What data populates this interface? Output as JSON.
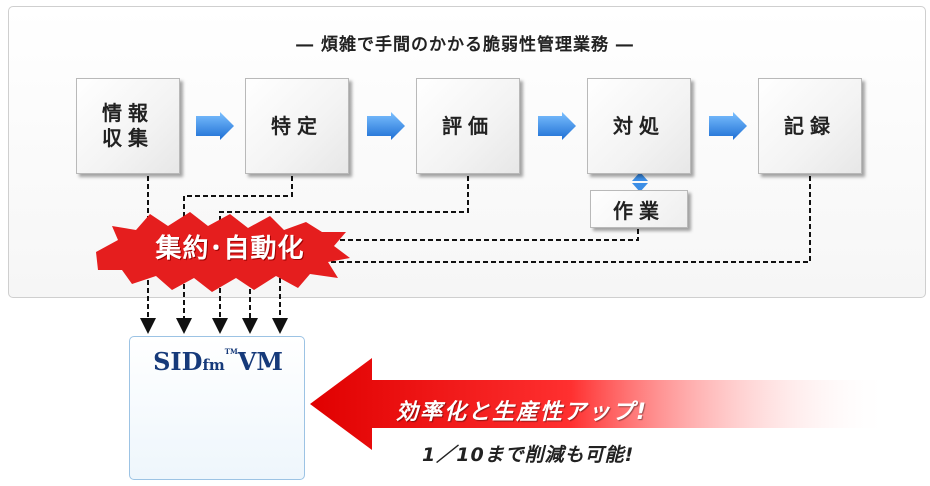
{
  "title": "― 煩雑で手間のかかる脆弱性管理業務 ―",
  "steps": [
    {
      "label_lines": [
        "情報",
        "収集"
      ]
    },
    {
      "label_lines": [
        "特定"
      ]
    },
    {
      "label_lines": [
        "評価"
      ]
    },
    {
      "label_lines": [
        "対処"
      ]
    },
    {
      "label_lines": [
        "記録"
      ]
    }
  ],
  "sub_step": "作業",
  "burst": "集約･自動化",
  "product": {
    "name_sid": "SID",
    "name_fm": "fm",
    "name_tm": "TM",
    "name_vm": "VM"
  },
  "benefit": "効率化と生産性アップ!",
  "note": "1／10まで削減も可能!",
  "colors": {
    "flow_arrow": "#3c8ee6",
    "burst": "#e51e1e",
    "big_arrow": "#e81010",
    "logo": "#163a7a"
  }
}
